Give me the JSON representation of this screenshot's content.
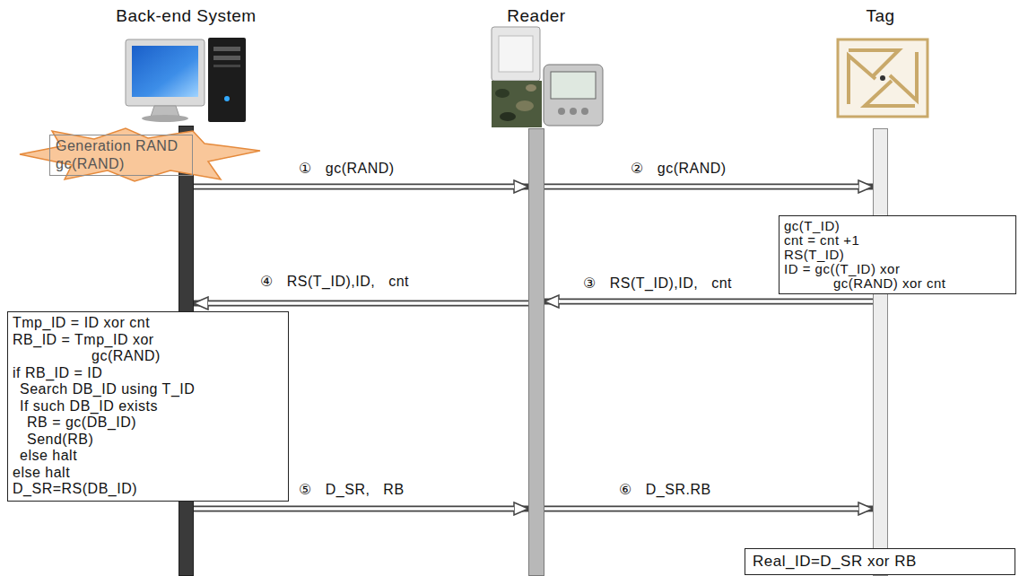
{
  "diagram": {
    "nodes": [
      {
        "text": [
          "Back-end System"
        ]
      },
      {
        "text": [
          "Reader"
        ]
      },
      {
        "text": [
          "Tag"
        ]
      },
      {
        "text": [
          "Generation RAND gc(RAND)"
        ]
      },
      {
        "text": [
          "gc(T_ID)",
          "cnt = cnt +1",
          "RS(T_ID)",
          "ID = gc((T_ID) xor gc(RAND) xor cnt"
        ]
      },
      {
        "text": [
          "Tmp_ID = ID xor cnt",
          "RB_ID = Tmp_ID xor gc(RAND)",
          "if RB_ID = ID",
          "Search DB_ID using T_ID",
          "If such DB_ID exists",
          "RB = gc(DB_ID)",
          "Send(RB)",
          "else halt",
          "else halt",
          "D_SR=RS(DB_ID)"
        ]
      },
      {
        "text": [
          "Real_ID=D_SR xor RB"
        ]
      }
    ],
    "edges": [
      {
        "from": 0,
        "to": 1,
        "label": "① gc(RAND)",
        "arrow": "to"
      },
      {
        "from": 1,
        "to": 2,
        "label": "② gc(RAND)",
        "arrow": "to"
      },
      {
        "from": 2,
        "to": 1,
        "label": "③ RS(T_ID),ID, cnt",
        "arrow": "to"
      },
      {
        "from": 1,
        "to": 0,
        "label": "④ RS(T_ID),ID, cnt",
        "arrow": "to"
      },
      {
        "from": 0,
        "to": 1,
        "label": "⑤ D_SR, RB",
        "arrow": "to"
      },
      {
        "from": 1,
        "to": 2,
        "label": "⑥ D_SR.RB",
        "arrow": "to"
      }
    ]
  }
}
